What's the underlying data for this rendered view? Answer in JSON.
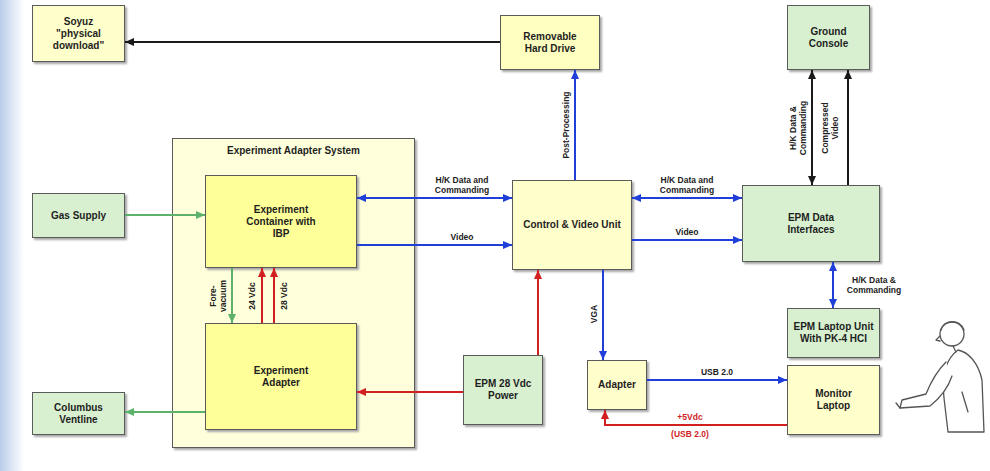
{
  "diagram": {
    "nodes": [
      {
        "text": [
          "Soyuz \"physical download\""
        ]
      },
      {
        "text": [
          "Removable Hard Drive"
        ]
      },
      {
        "text": [
          "Ground Console"
        ]
      },
      {
        "text": [
          "Experiment Adapter System"
        ]
      },
      {
        "text": [
          "Experiment Container with IBP"
        ],
        "in": 3
      },
      {
        "text": [
          "Experiment Adapter"
        ],
        "in": 3
      },
      {
        "text": [
          "Gas Supply"
        ]
      },
      {
        "text": [
          "Control & Video Unit"
        ]
      },
      {
        "text": [
          "EPM Data Interfaces"
        ]
      },
      {
        "text": [
          "Columbus Ventline"
        ]
      },
      {
        "text": [
          "EPM 28 Vdc Power"
        ]
      },
      {
        "text": [
          "Adapter"
        ]
      },
      {
        "text": [
          "EPM Laptop Unit With PK-4 HCI"
        ]
      },
      {
        "text": [
          "Monitor Laptop"
        ]
      }
    ],
    "edges": [
      {
        "from": 1,
        "to": 0,
        "arrow": "to"
      },
      {
        "from": 7,
        "to": 1,
        "label": "Post-Processing",
        "arrow": "to"
      },
      {
        "from": 2,
        "to": 8,
        "label": "H/K Data & Commanding",
        "arrow": "both"
      },
      {
        "from": 8,
        "to": 2,
        "label": "Compressed Video",
        "arrow": "to"
      },
      {
        "from": 4,
        "to": 7,
        "label": "H/K Data and Commanding",
        "arrow": "both"
      },
      {
        "from": 4,
        "to": 7,
        "label": "Video",
        "arrow": "to"
      },
      {
        "from": 7,
        "to": 8,
        "label": "H/K Data and Commanding",
        "arrow": "both"
      },
      {
        "from": 7,
        "to": 8,
        "label": "Video",
        "arrow": "to"
      },
      {
        "from": 6,
        "to": 4,
        "arrow": "to"
      },
      {
        "from": 4,
        "to": 5,
        "label": "Fore-vacuum",
        "arrow": "to"
      },
      {
        "from": 5,
        "to": 4,
        "label": "24 Vdc",
        "arrow": "to"
      },
      {
        "from": 5,
        "to": 4,
        "label": "28 Vdc",
        "arrow": "to"
      },
      {
        "from": 5,
        "to": 9,
        "arrow": "to"
      },
      {
        "from": 10,
        "to": 5,
        "arrow": "to"
      },
      {
        "from": 10,
        "to": 7,
        "arrow": "to"
      },
      {
        "from": 7,
        "to": 11,
        "label": "VGA",
        "arrow": "to"
      },
      {
        "from": 8,
        "to": 12,
        "label": "H/K Data & Commanding",
        "arrow": "both"
      },
      {
        "from": 11,
        "to": 13,
        "label": "USB 2.0",
        "arrow": "to"
      },
      {
        "from": 13,
        "to": 11,
        "label": "+5Vdc",
        "arrow": "to"
      }
    ],
    "labels": [
      "(USB 2.0)"
    ]
  }
}
